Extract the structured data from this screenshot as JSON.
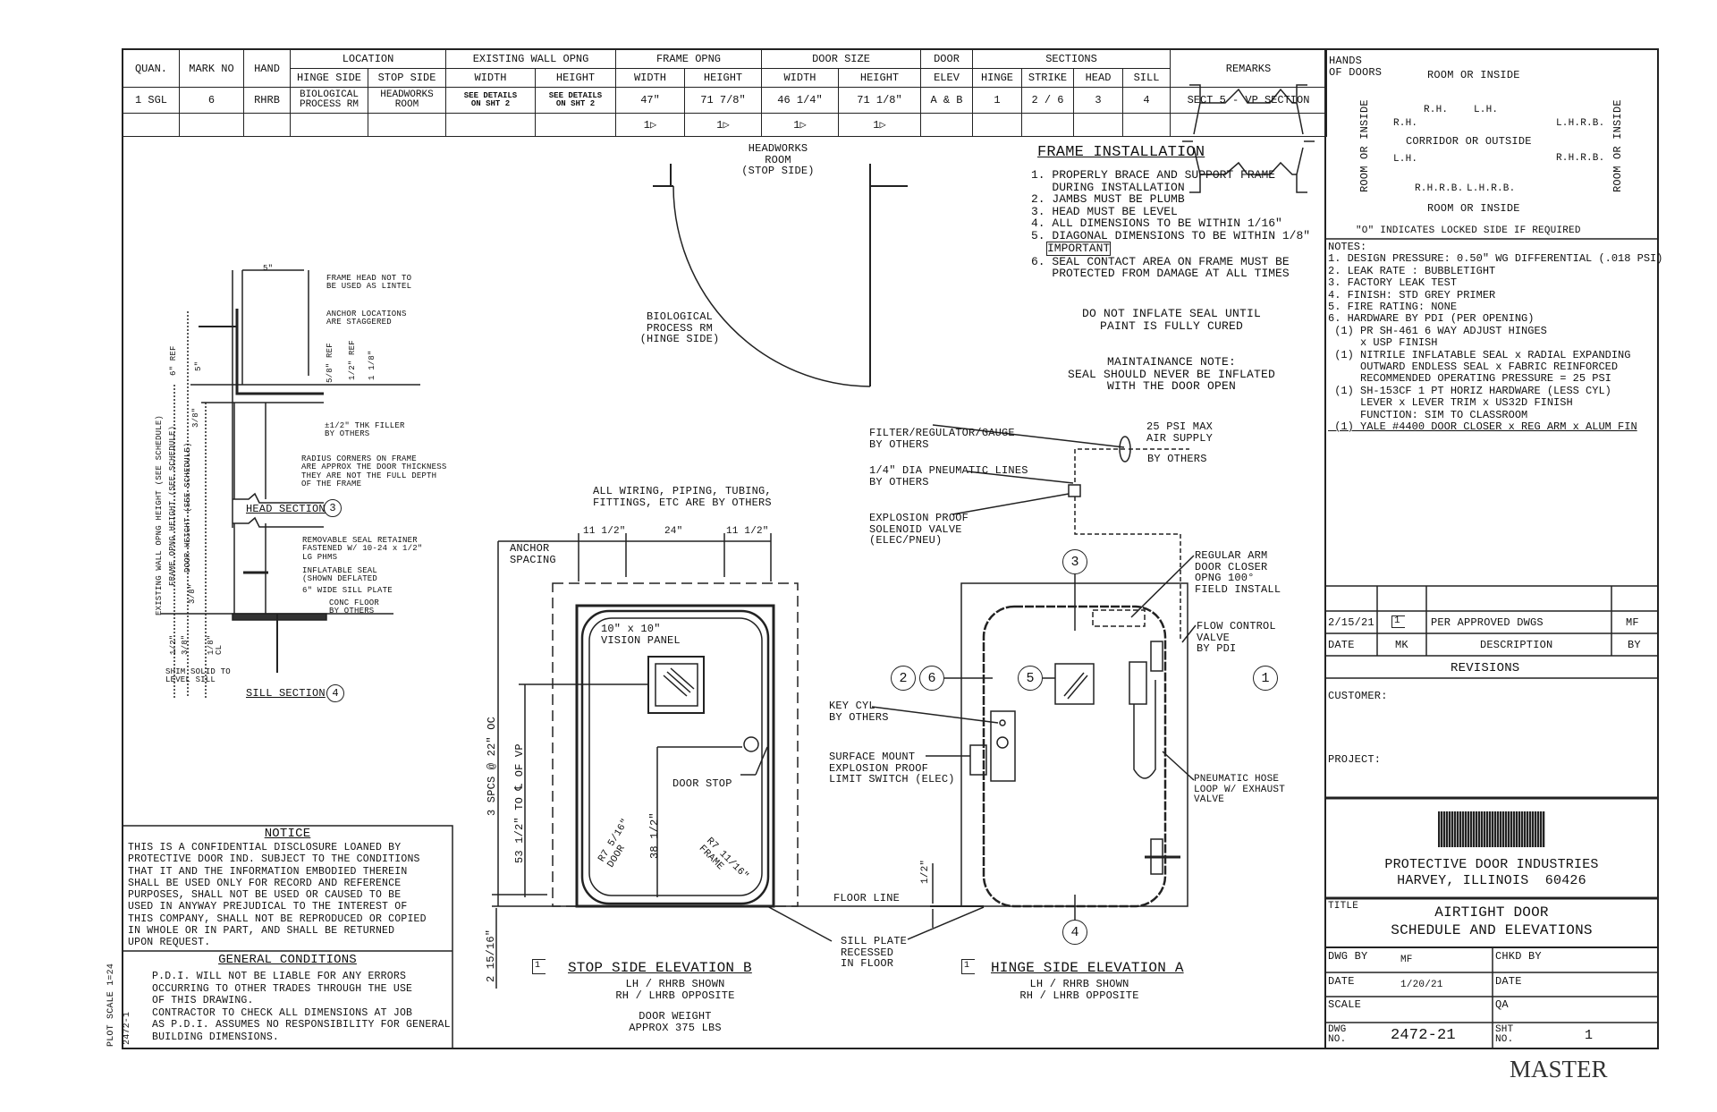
{
  "schedule": {
    "headers_top": [
      "QUAN.",
      "MARK NO",
      "HAND",
      "LOCATION",
      "EXISTING WALL OPNG",
      "FRAME OPNG",
      "DOOR SIZE",
      "DOOR",
      "SECTIONS",
      "REMARKS"
    ],
    "headers_sub": [
      "HINGE SIDE",
      "STOP SIDE",
      "WIDTH",
      "HEIGHT",
      "WIDTH",
      "HEIGHT",
      "WIDTH",
      "HEIGHT",
      "ELEV",
      "HINGE",
      "STRIKE",
      "HEAD",
      "SILL"
    ],
    "row": [
      "1 SGL",
      "6",
      "RHRB",
      "BIOLOGICAL\nPROCESS RM",
      "HEADWORKS\nROOM",
      "SEE DETAILS\nON SHT 2",
      "SEE DETAILS\nON SHT 2",
      "47\"",
      "71 7/8\"",
      "46 1/4\"",
      "71 1/8\"",
      "A & B",
      "1",
      "2 / 6",
      "3",
      "4",
      "SECT 5 - VP SECTION"
    ],
    "rev_mark": "1"
  },
  "hands": {
    "title": "HANDS\nOF DOORS",
    "top": "ROOM OR INSIDE",
    "bottom": "ROOM OR INSIDE",
    "middle": "CORRIDOR OR OUTSIDE",
    "left": "ROOM OR INSIDE",
    "right": "ROOM OR INSIDE",
    "labels": [
      "R.H.",
      "L.H.",
      "R.H.",
      "L.H.R.B.",
      "L.H.",
      "R.H.R.B.",
      "R.H.R.B.",
      "L.H.R.B."
    ],
    "footnote": "\"O\" INDICATES LOCKED SIDE IF REQUIRED"
  },
  "notes": {
    "title": "NOTES:",
    "lines": [
      "1. DESIGN PRESSURE: 0.50\" WG DIFFERENTIAL (.018 PSI)",
      "2. LEAK RATE : BUBBLETIGHT",
      "3. FACTORY LEAK TEST",
      "4. FINISH: STD GREY PRIMER",
      "5. FIRE RATING: NONE",
      "6. HARDWARE BY PDI (PER OPENING)",
      " (1) PR SH-461 6 WAY ADJUST HINGES",
      "     x USP FINISH",
      " (1) NITRILE INFLATABLE SEAL x RADIAL EXPANDING",
      "     OUTWARD ENDLESS SEAL x FABRIC REINFORCED",
      "     RECOMMENDED OPERATING PRESSURE = 25 PSI",
      " (1) SH-153CF 1 PT HORIZ HARDWARE (LESS CYL)",
      "     LEVER x LEVER TRIM x US32D FINISH",
      "     FUNCTION: SIM TO CLASSROOM"
    ],
    "last_line": " (1) YALE #4400 DOOR CLOSER x REG ARM x ALUM FIN"
  },
  "revisions": {
    "row": {
      "date": "2/15/21",
      "mark": "1",
      "description": "PER APPROVED DWGS",
      "by": "MF"
    },
    "headers": {
      "date": "DATE",
      "mark": "MK",
      "description": "DESCRIPTION",
      "by": "BY"
    },
    "title": "REVISIONS"
  },
  "title_block": {
    "customer_label": "CUSTOMER:",
    "project_label": "PROJECT:",
    "logo_text": "PDI",
    "company": "PROTECTIVE DOOR INDUSTRIES",
    "address": "HARVEY, ILLINOIS  60426",
    "title_label": "TITLE",
    "title": "AIRTIGHT DOOR\nSCHEDULE AND ELEVATIONS",
    "dwg_by_label": "DWG BY",
    "dwg_by": "MF",
    "chkd_by_label": "CHKD BY",
    "date_label": "DATE",
    "date": "1/20/21",
    "date2_label": "DATE",
    "scale_label": "SCALE",
    "qa_label": "QA",
    "dwg_no_label": "DWG\nNO.",
    "dwg_no": "2472-21",
    "sht_no_label": "SHT\nNO.",
    "sht_no": "1",
    "stamp": "MASTER"
  },
  "frame_installation": {
    "title": "FRAME INSTALLATION",
    "items": [
      "1. PROPERLY BRACE AND SUPPORT FRAME\n   DURING INSTALLATION",
      "2. JAMBS MUST BE PLUMB",
      "3. HEAD MUST BE LEVEL",
      "4. ALL DIMENSIONS TO BE WITHIN 1/16\"",
      "5. DIAGONAL DIMENSIONS TO BE WITHIN 1/8\""
    ],
    "important": "IMPORTANT",
    "item6": "6. SEAL CONTACT AREA ON FRAME MUST BE\n   PROTECTED FROM DAMAGE AT ALL TIMES",
    "inflate_note": "DO NOT INFLATE SEAL UNTIL\nPAINT IS FULLY CURED",
    "maintenance_note": "MAINTAINANCE NOTE:\nSEAL SHOULD NEVER BE INFLATED\nWITH THE DOOR OPEN"
  },
  "plan": {
    "stop_side": "HEADWORKS\nROOM\n(STOP SIDE)",
    "hinge_side": "BIOLOGICAL\nPROCESS RM\n(HINGE SIDE)"
  },
  "sections": {
    "head_notes": [
      "FRAME HEAD NOT TO\nBE USED AS LINTEL",
      "ANCHOR LOCATIONS\nARE STAGGERED",
      "±1/2\" THK FILLER\nBY OTHERS",
      "RADIUS CORNERS ON FRAME\nARE APPROX THE DOOR THICKNESS\nTHEY ARE NOT THE FULL DEPTH\nOF THE FRAME"
    ],
    "head_title": "HEAD SECTION",
    "head_num": "3",
    "head_dims": [
      "5\"",
      "6\" REF",
      "5\"",
      "5/8\" REF",
      "1/2\" REF",
      "1 1/8\"",
      "3/8\""
    ],
    "vertical_dims": [
      "EXISTING WALL OPNG HEIGHT (SEE SCHEDULE)",
      "FRAME OPNG HEIGHT (SEE SCHEDULE)",
      "DOOR HEIGHT (SEE SCHEDULE)"
    ],
    "sill_notes": [
      "REMOVABLE SEAL RETAINER\nFASTENED W/ 10-24 x 1/2\"\nLG PHMS",
      "INFLATABLE SEAL\n(SHOWN DEFLATED",
      "6\" WIDE SILL PLATE",
      "CONC FLOOR\nBY OTHERS",
      "SHIM SOLID TO\nLEVEL SILL"
    ],
    "sill_dims": [
      "3/8\"",
      "1/2\"",
      "3/8\"",
      "1/8\"\nCL"
    ],
    "sill_title": "SILL SECTION",
    "sill_num": "4"
  },
  "elevation_b": {
    "wiring_note": "ALL WIRING, PIPING, TUBING,\nFITTINGS, ETC ARE BY OTHERS",
    "anchor_dims": [
      "11 1/2\"",
      "24\"",
      "11 1/2\""
    ],
    "anchor_label": "ANCHOR\nSPACING",
    "vision_panel": "10\" x 10\"\nVISION PANEL",
    "door_stop": "DOOR STOP",
    "dim_spcs": "3 SPCS @ 22\" OC",
    "dim_vp": "53 1/2\" TO ℄ OF VP",
    "dim_38": "38 1/2\"",
    "dim_bottom": "2 15/16\"",
    "radius_door": "R7 5/16\"\nDOOR",
    "radius_frame": "R7 11/16\"\nFRAME",
    "rev_mark": "1",
    "title": "STOP SIDE ELEVATION B",
    "subtitle": "LH / RHRB SHOWN\nRH / LHRB OPPOSITE",
    "weight": "DOOR WEIGHT\nAPPROX 375 LBS"
  },
  "elevation_a": {
    "filter": "FILTER/REGULATOR/GAUGE\nBY OTHERS",
    "lines": "1/4\" DIA PNEUMATIC LINES\nBY OTHERS",
    "solenoid": "EXPLOSION PROOF\nSOLENOID VALVE\n(ELEC/PNEU)",
    "air_supply": "25 PSI MAX\nAIR SUPPLY",
    "air_by": "BY OTHERS",
    "closer": "REGULAR ARM\nDOOR CLOSER\nOPNG 100°\nFIELD INSTALL",
    "flow_valve": "FLOW CONTROL\nVALVE\nBY PDI",
    "key_cyl": "KEY CYL\nBY OTHERS",
    "limit_switch": "SURFACE MOUNT\nEXPLOSION PROOF\nLIMIT SWITCH (ELEC)",
    "hose": "PNEUMATIC HOSE\nLOOP W/ EXHAUST\nVALVE",
    "dim_half": "1/2\"",
    "floor_line": "FLOOR LINE",
    "sill_plate": "SILL PLATE\nRECESSED\nIN FLOOR",
    "callouts": [
      "3",
      "2",
      "6",
      "5",
      "1",
      "4"
    ],
    "rev_mark": "1",
    "title": "HINGE SIDE ELEVATION A",
    "subtitle": "LH / RHRB SHOWN\nRH / LHRB OPPOSITE"
  },
  "notice": {
    "title": "NOTICE",
    "text": "THIS IS A CONFIDENTIAL DISCLOSURE LOANED BY\nPROTECTIVE DOOR IND. SUBJECT TO THE CONDITIONS\nTHAT IT AND THE INFORMATION EMBODIED THEREIN\nSHALL BE USED ONLY FOR RECORD AND REFERENCE\nPURPOSES, SHALL NOT BE USED OR CAUSED TO BE\nUSED IN ANYWAY PREJUDICAL TO THE INTEREST OF\nTHIS COMPANY, SHALL NOT BE REPRODUCED OR COPIED\nIN WHOLE OR IN PART, AND SHALL BE RETURNED\nUPON REQUEST.",
    "gc_title": "GENERAL CONDITIONS",
    "gc_text": "P.D.I. WILL NOT BE LIABLE FOR ANY ERRORS\nOCCURRING TO OTHER TRADES THROUGH THE USE\nOF THIS DRAWING.\nCONTRACTOR TO CHECK ALL DIMENSIONS AT JOB\nAS P.D.I. ASSUMES NO RESPONSIBILITY FOR GENERAL\nBUILDING DIMENSIONS."
  },
  "margin": {
    "plot_scale": "PLOT SCALE 1=24",
    "file_ref": "2472-1"
  }
}
